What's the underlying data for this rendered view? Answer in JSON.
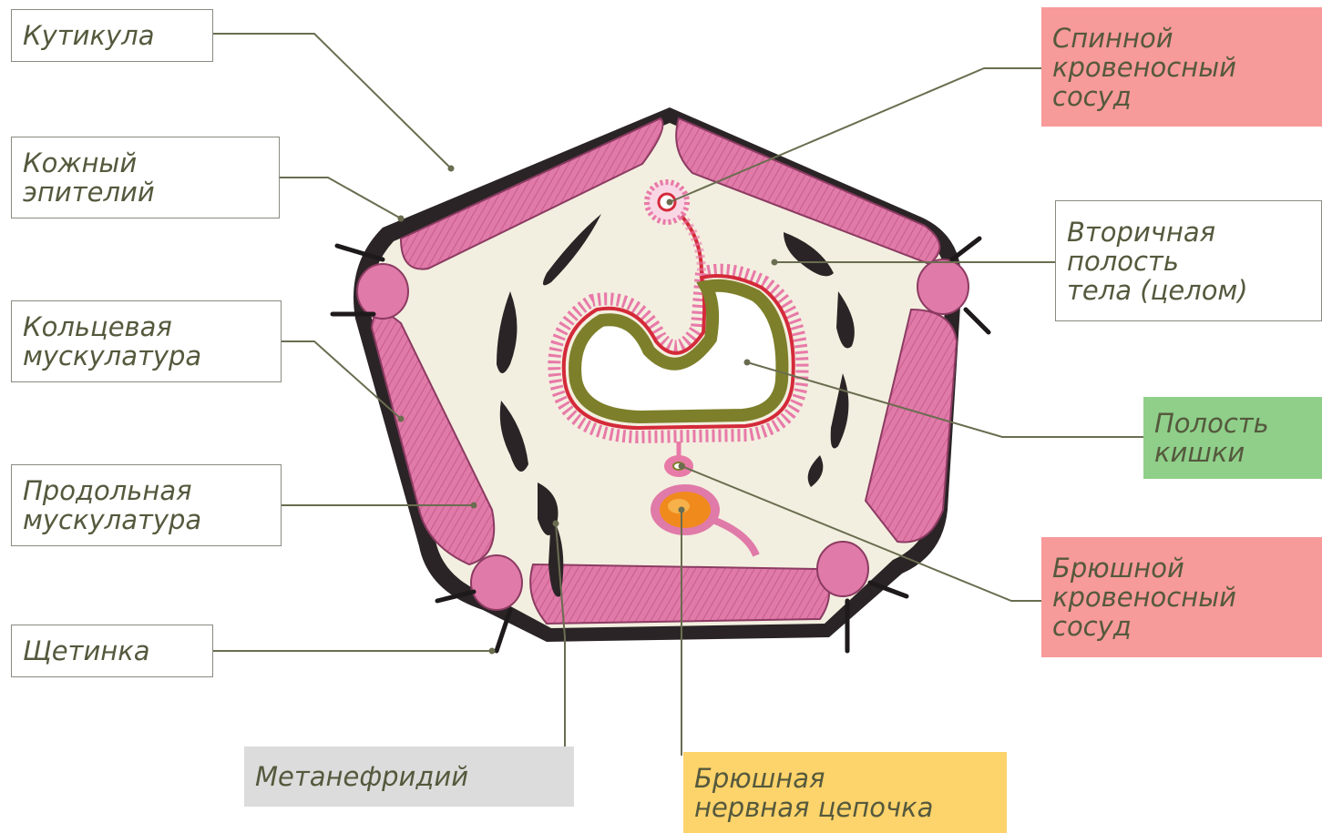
{
  "labels": {
    "cuticle": "Кутикула",
    "epithelium": "Кожный\nэпителий",
    "circular_muscle": "Кольцевая\nмускулатура",
    "longitudinal_muscle": "Продольная\nмускулатура",
    "seta": "Щетинка",
    "metanephridium": "Метанефридий",
    "nerve_chain": "Брюшная\nнервная цепочка",
    "dorsal_vessel": "Спинной\nкровеносный\nсосуд",
    "coelom": "Вторичная\nполость\nтела (целом)",
    "gut_cavity": "Полость\nкишки",
    "ventral_vessel": "Брюшной\nкровеносный\nсосуд"
  },
  "colors": {
    "muscle": "#e07aa8",
    "muscle_stripe": "#c85c8e",
    "cuticle": "#2b2426",
    "cavity": "#f3efe0",
    "gut_wall": "#7d7f2a",
    "vessel": "#d42a3a",
    "nerve": "#f08a1c",
    "leader": "#6a6d50",
    "red_box": "#f79a9a",
    "green_box": "#8fcf8a",
    "gray_box": "#dcdcdc",
    "yellow_box": "#fdd36b"
  }
}
